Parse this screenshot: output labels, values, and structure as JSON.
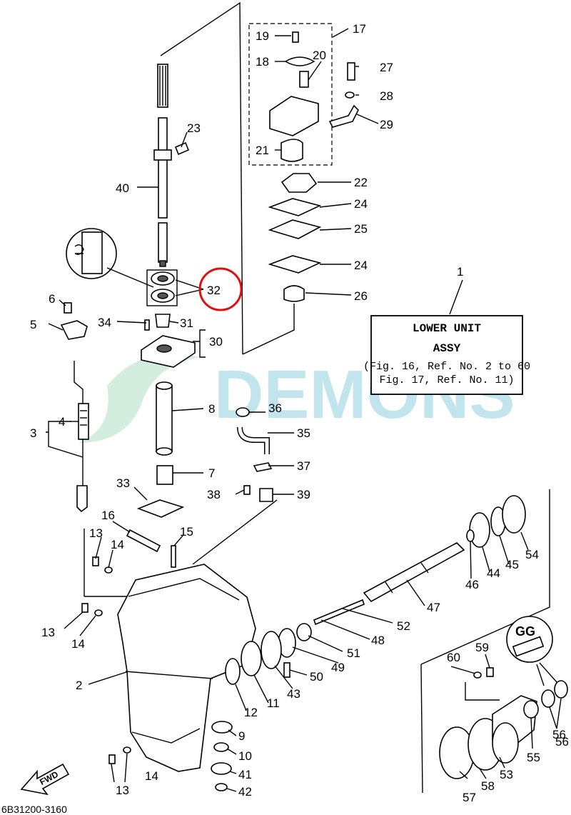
{
  "info_box": {
    "line1": "LOWER UNIT",
    "line2": "ASSY",
    "line3": "(Fig. 16, Ref. No. 2 to 60",
    "line4": "Fig. 17, Ref. No. 11)"
  },
  "watermark": "DEMONS",
  "fwd_label": "FWD",
  "diagram_code": "6B31200-3160",
  "callouts": {
    "c1": "1",
    "c2": "2",
    "c3": "3",
    "c4": "4",
    "c5": "5",
    "c6": "6",
    "c7": "7",
    "c8": "8",
    "c9": "9",
    "c10": "10",
    "c11": "11",
    "c12": "12",
    "c13a": "13",
    "c13b": "13",
    "c13c": "13",
    "c14a": "14",
    "c14b": "14",
    "c14c": "14",
    "c15": "15",
    "c16": "16",
    "c17": "17",
    "c18": "18",
    "c19": "19",
    "c20": "20",
    "c21": "21",
    "c22": "22",
    "c23": "23",
    "c24a": "24",
    "c24b": "24",
    "c25": "25",
    "c26": "26",
    "c27": "27",
    "c28": "28",
    "c29": "29",
    "c30": "30",
    "c31": "31",
    "c32": "32",
    "c33": "33",
    "c34": "34",
    "c35": "35",
    "c36": "36",
    "c37": "37",
    "c38": "38",
    "c39": "39",
    "c40": "40",
    "c41": "41",
    "c42": "42",
    "c43": "43",
    "c44": "44",
    "c45": "45",
    "c46": "46",
    "c47": "47",
    "c48": "48",
    "c49": "49",
    "c50": "50",
    "c51": "51",
    "c52": "52",
    "c53": "53",
    "c54": "54",
    "c55": "55",
    "c56a": "56",
    "c56b": "56",
    "c57": "57",
    "c58": "58",
    "c59": "59",
    "c60": "60"
  },
  "highlight_color": "#e01010"
}
